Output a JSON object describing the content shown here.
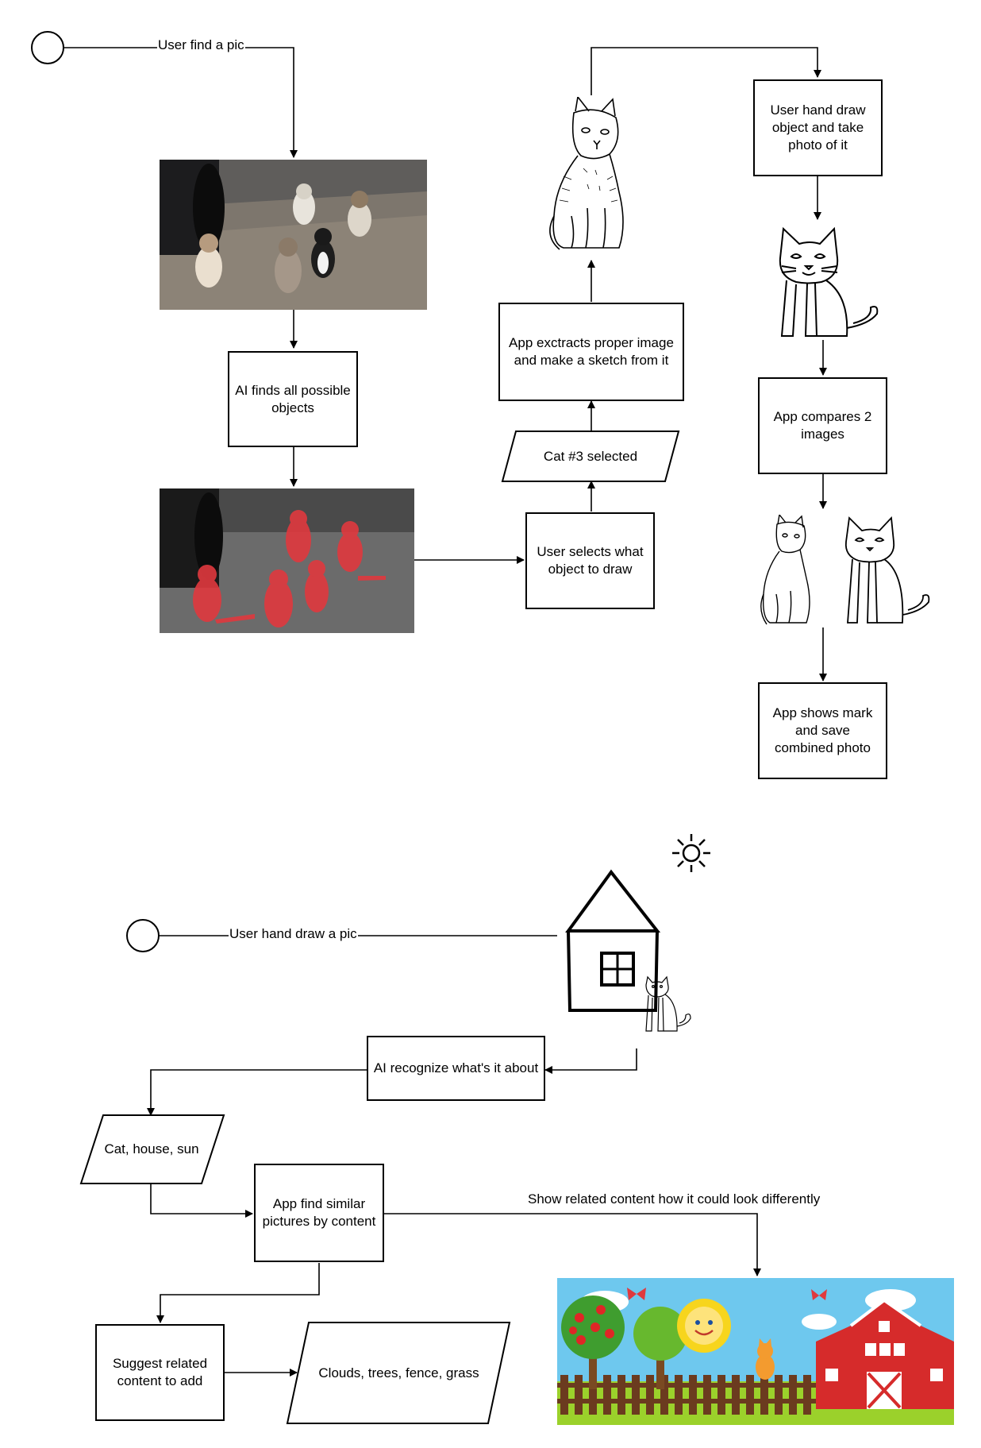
{
  "diagram1": {
    "edge_user_find_pic": "User find a pic",
    "ai_finds_objects": "AI finds all possible objects",
    "user_selects": "User selects what object to draw",
    "cat_selected": "Cat #3 selected",
    "app_extracts": "App exctracts proper image and make a sketch from it",
    "user_hand_draw_object": "User hand draw object and take photo of it",
    "app_compares": "App compares 2 images",
    "app_shows_mark": "App shows mark and save combined photo"
  },
  "diagram2": {
    "edge_user_hand_draw": "User hand draw a pic",
    "ai_recognize": "AI recognize what's it about",
    "recognized_objects": "Cat, house, sun",
    "app_find_similar": "App find similar pictures by content",
    "edge_show_related": "Show related content how it could look differently",
    "suggest_related": "Suggest related content to add",
    "suggested_items": "Clouds, trees, fence, grass"
  },
  "colors": {
    "stroke": "#000000",
    "mask_red": "#e0393e",
    "sky": "#6ec8ee",
    "grass": "#9bd12b",
    "barn_red": "#d62b2b",
    "sun": "#f7d51d",
    "fence": "#6b3b1f",
    "road": "#8c8377"
  },
  "icons": [
    "start-circle",
    "street-cats-photo",
    "segmented-cats-photo",
    "cat-sketch",
    "cartoon-cat-drawing",
    "sun-sketch",
    "house-sketch",
    "cartoon-farm-illustration"
  ]
}
